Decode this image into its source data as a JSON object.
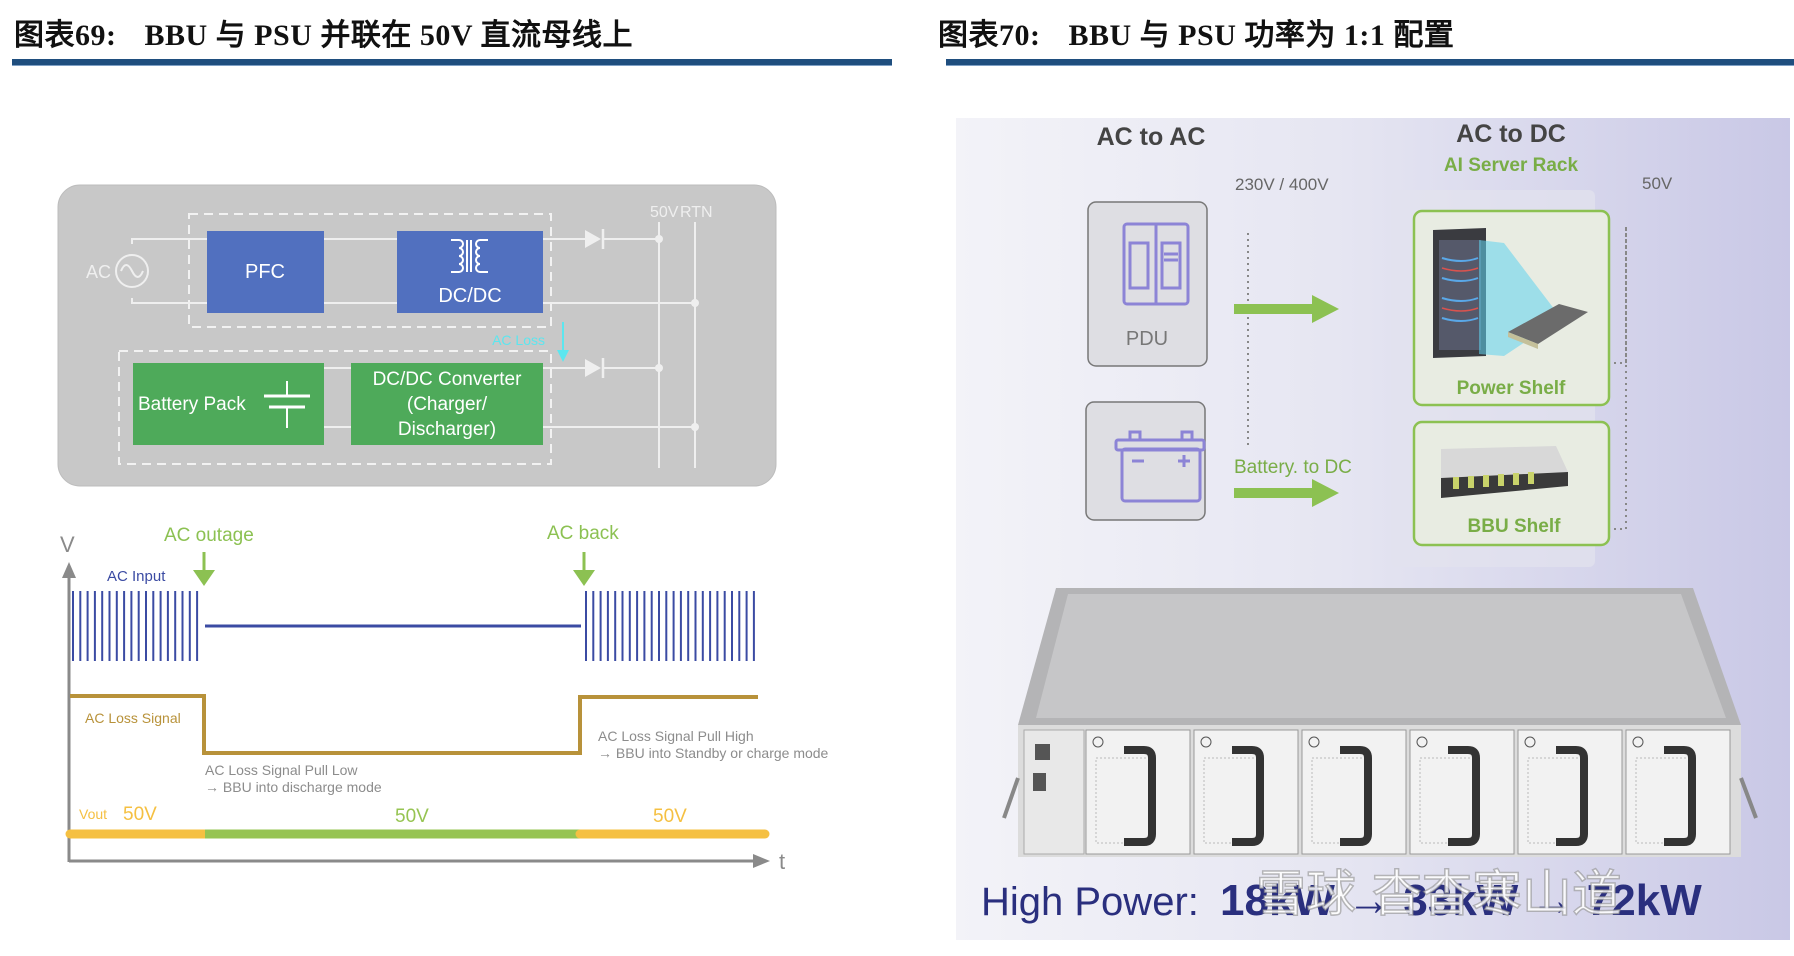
{
  "left_figure": {
    "number": "图表69:",
    "title": "BBU 与 PSU 并联在 50V 直流母线上",
    "block_diagram": {
      "ac_label": "AC",
      "pfc_label": "PFC",
      "dcdc_label": "DC/DC",
      "battery_label": "Battery Pack",
      "converter_lines": [
        "DC/DC Converter",
        "(Charger/",
        "Discharger)"
      ],
      "ac_loss_label": "AC Loss",
      "bus_50v_label": "50V",
      "bus_rtn_label": "RTN"
    },
    "timing_diagram": {
      "y_axis_label": "V",
      "x_axis_label": "t",
      "ac_outage_label": "AC outage",
      "ac_back_label": "AC back",
      "ac_input_label": "AC Input",
      "ac_loss_signal_label": "AC Loss Signal",
      "pull_low_lines": [
        "AC Loss Signal Pull Low",
        "→ BBU into discharge mode"
      ],
      "pull_high_lines": [
        "AC Loss Signal Pull High",
        "→ BBU into Standby or charge mode"
      ],
      "vout_label": "Vout",
      "vout_values": [
        "50V",
        "50V",
        "50V"
      ]
    },
    "colors": {
      "psu_block": "#5170bf",
      "battery_block": "#4eaa5a",
      "diagram_bg": "#c8c8c8",
      "ac_input_wave": "#3b4ba3",
      "ac_loss_signal": "#b8923a",
      "vout_psu": "#f5c042",
      "vout_bbu": "#96c452",
      "event_arrow": "#8cc152",
      "ac_loss_arrow": "#5ce6ef"
    }
  },
  "right_figure": {
    "number": "图表70:",
    "title": "BBU 与 PSU 功率为 1:1 配置",
    "ac_to_ac_label": "AC to AC",
    "ac_to_dc_label": "AC to DC",
    "ai_server_rack_label": "AI Server Rack",
    "voltage_in_label": "230V / 400V",
    "voltage_out_label": "50V",
    "pdu_label": "PDU",
    "battery_to_dc_label": "Battery. to DC",
    "power_shelf_label": "Power Shelf",
    "bbu_shelf_label": "BBU Shelf",
    "high_power_prefix": "High Power:",
    "high_power_values": "18kW → 33kW → 72kW",
    "watermark": "雪球 杳杳寒山道",
    "bbu_module_count": 6
  }
}
